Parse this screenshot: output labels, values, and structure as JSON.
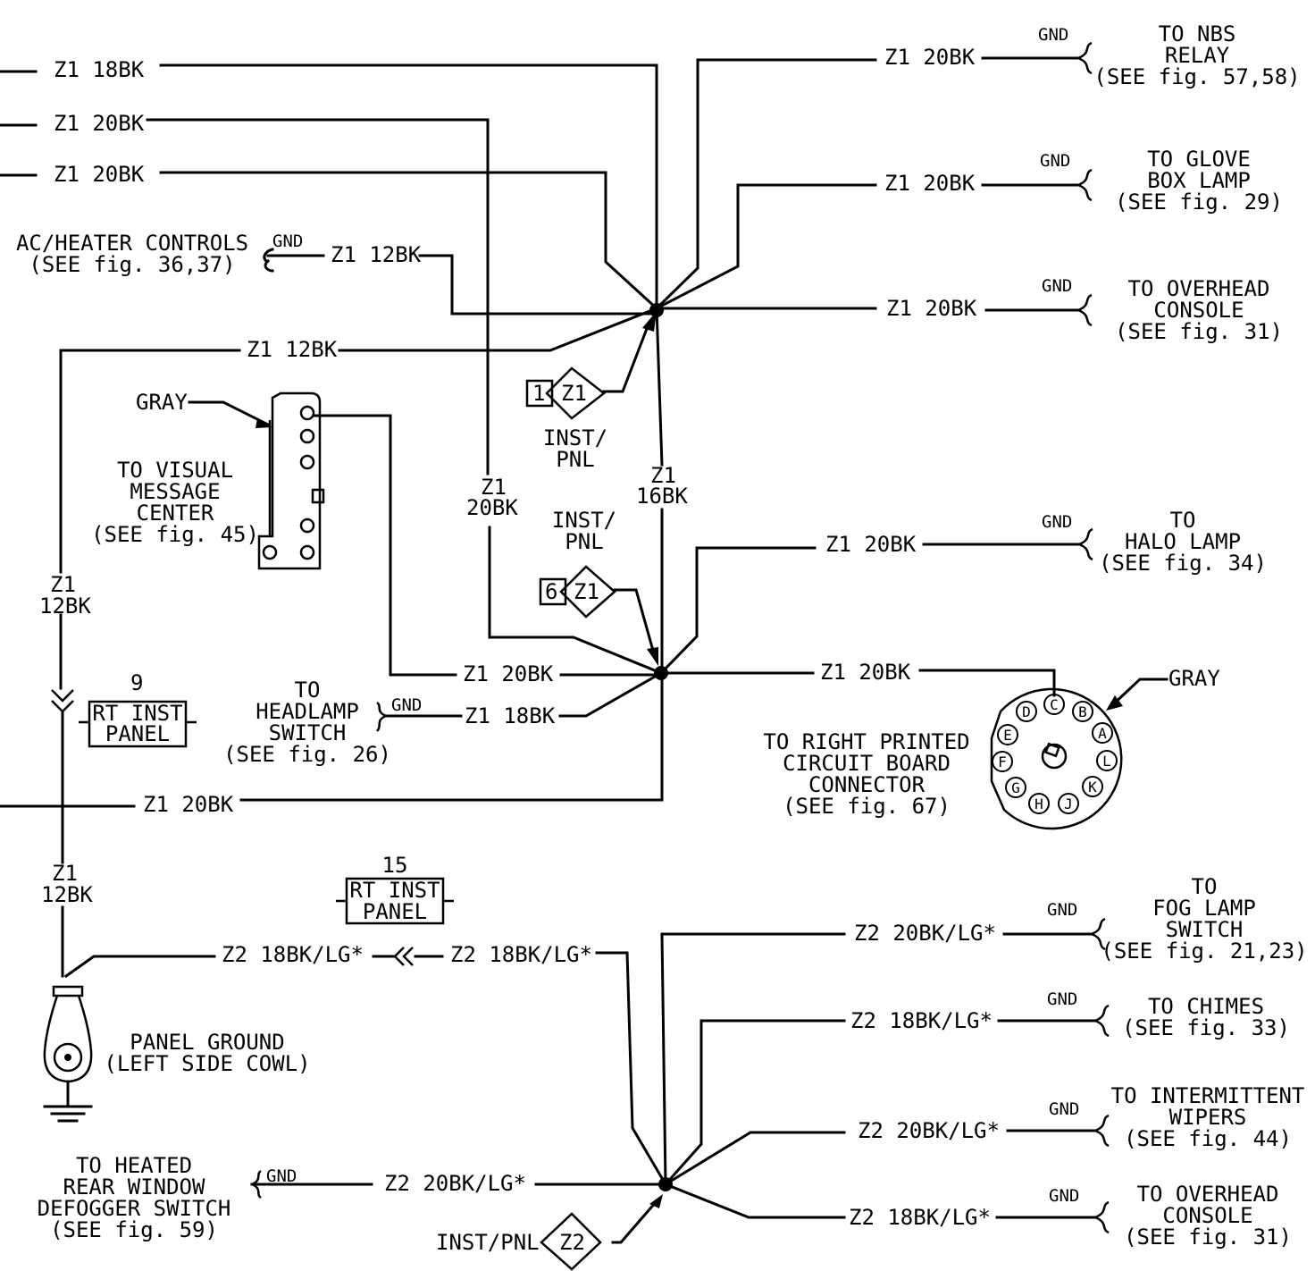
{
  "wires": {
    "w_left_18bk": "Z1 18BK",
    "w_left_20bk_a": "Z1 20BK",
    "w_left_20bk_b": "Z1 20BK",
    "w_ac_12bk": "Z1 12BK",
    "w_12bk_mid": "Z1 12BK",
    "w_nbs": "Z1 20BK",
    "w_glove": "Z1 20BK",
    "w_overhead1": "Z1 20BK",
    "w_vert_20bk_a": "Z1",
    "w_vert_20bk_b": "20BK",
    "w_vert_16bk_a": "Z1",
    "w_vert_16bk_b": "16BK",
    "w_left_12bk_a": "Z1",
    "w_left_12bk_b": "12BK",
    "w_halo": "Z1 20BK",
    "w_vmc": "Z1 20BK",
    "w_pcb": "Z1 20BK",
    "w_headlamp": "Z1 18BK",
    "w_bottom_20bk": "Z1 20BK",
    "w_left_12bk2_a": "Z1",
    "w_left_12bk2_b": "12BK",
    "w_z2_left": "Z2 18BK/LG*",
    "w_z2_mid": "Z2 18BK/LG*",
    "w_fog": "Z2 20BK/LG*",
    "w_chimes": "Z2 18BK/LG*",
    "w_wipers": "Z2 20BK/LG*",
    "w_defog": "Z2 20BK/LG*",
    "w_overhead2": "Z2 18BK/LG*"
  },
  "gnd": "GND",
  "destinations": {
    "nbs": [
      "TO NBS",
      "RELAY",
      "(SEE fig. 57,58)"
    ],
    "glove": [
      "TO GLOVE",
      "BOX LAMP",
      "(SEE fig. 29)"
    ],
    "overhead1": [
      "TO OVERHEAD",
      "CONSOLE",
      "(SEE fig. 31)"
    ],
    "ac": [
      "AC/HEATER CONTROLS",
      "(SEE fig. 36,37)"
    ],
    "vmc": [
      "TO VISUAL",
      "MESSAGE",
      "CENTER",
      "(SEE fig. 45)"
    ],
    "halo": [
      "TO",
      "HALO LAMP",
      "(SEE fig. 34)"
    ],
    "headlamp": [
      "TO",
      "HEADLAMP",
      "SWITCH",
      "(SEE fig. 26)"
    ],
    "pcb": [
      "TO RIGHT PRINTED",
      "CIRCUIT BOARD",
      "CONNECTOR",
      "(SEE fig. 67)"
    ],
    "fog": [
      "TO",
      "FOG LAMP",
      "SWITCH",
      "(SEE fig. 21,23)"
    ],
    "chimes": [
      "TO CHIMES",
      "(SEE fig. 33)"
    ],
    "wipers": [
      "TO INTERMITTENT",
      "WIPERS",
      "(SEE fig. 44)"
    ],
    "defog": [
      "TO HEATED",
      "REAR WINDOW",
      "DEFOGGER SWITCH",
      "(SEE fig. 59)"
    ],
    "overhead2": [
      "TO OVERHEAD",
      "CONSOLE",
      "(SEE fig. 31)"
    ]
  },
  "splices": {
    "s1_num": "1",
    "s1_id": "Z1",
    "s1_label": [
      "INST/",
      "PNL"
    ],
    "s6_num": "6",
    "s6_id": "Z1",
    "s6_label": [
      "INST/",
      "PNL"
    ],
    "z2_id": "Z2",
    "z2_label": "INST/PNL"
  },
  "connectors": {
    "gray_top": "GRAY",
    "gray_round": "GRAY",
    "c9_num": "9",
    "c9_label": [
      "RT INST",
      "PANEL"
    ],
    "c15_num": "15",
    "c15_label": [
      "RT INST",
      "PANEL"
    ],
    "pins": [
      "A",
      "B",
      "C",
      "D",
      "E",
      "F",
      "G",
      "H",
      "J",
      "K",
      "L"
    ]
  },
  "ground": [
    "PANEL GROUND",
    "(LEFT SIDE COWL)"
  ]
}
